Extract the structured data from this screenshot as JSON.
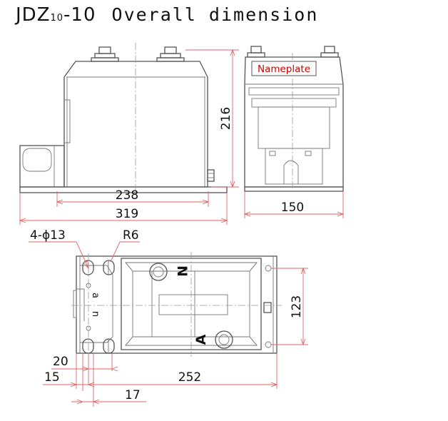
{
  "title": {
    "model": "JDZ",
    "model_sub": "10",
    "model_suffix": "-10",
    "description": "Overall dimension"
  },
  "dimensions": {
    "height": "216",
    "base_length": "238",
    "total_length": "319",
    "side_width": "150",
    "mount_spacing": "123",
    "hole_spec": "4-ϕ13",
    "slot_radius": "R6",
    "offset_20": "20",
    "offset_15": "15",
    "offset_17": "17",
    "bottom_length": "252"
  },
  "labels": {
    "nameplate": "Nameplate",
    "terminal_n": "N",
    "terminal_a": "A",
    "secondary_a": "a",
    "secondary_n": "n"
  },
  "colors": {
    "dimension_line": "#d66666",
    "nameplate_text": "#cc0000",
    "outline": "#555555"
  }
}
